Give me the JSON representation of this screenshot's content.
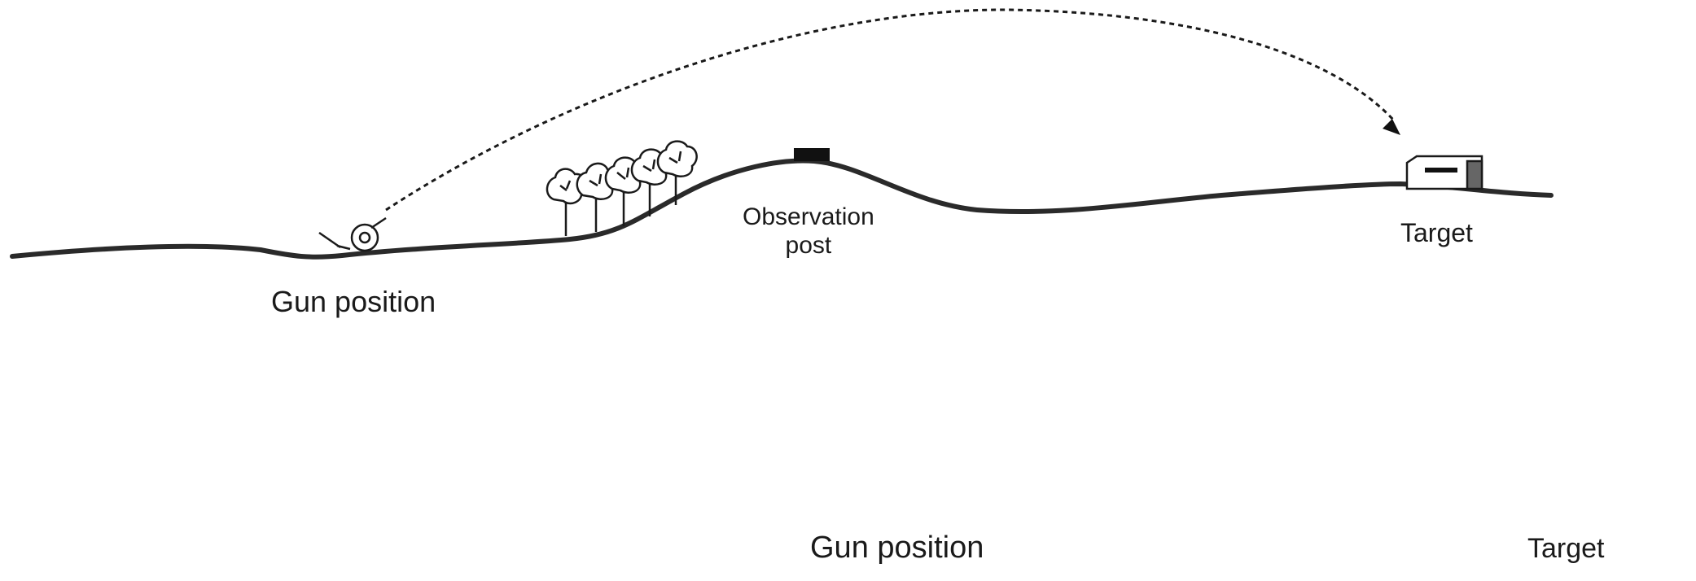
{
  "top_scene": {
    "gun_label": "Gun position",
    "observation_label_line1": "Observation",
    "observation_label_line2": "post",
    "target_label": "Target"
  },
  "bottom_scene": {
    "gun_label": "Gun position",
    "target_label": "Target"
  },
  "colors": {
    "ground": "#2a2a2a",
    "ink": "#1a1a1a",
    "background": "#ffffff"
  }
}
